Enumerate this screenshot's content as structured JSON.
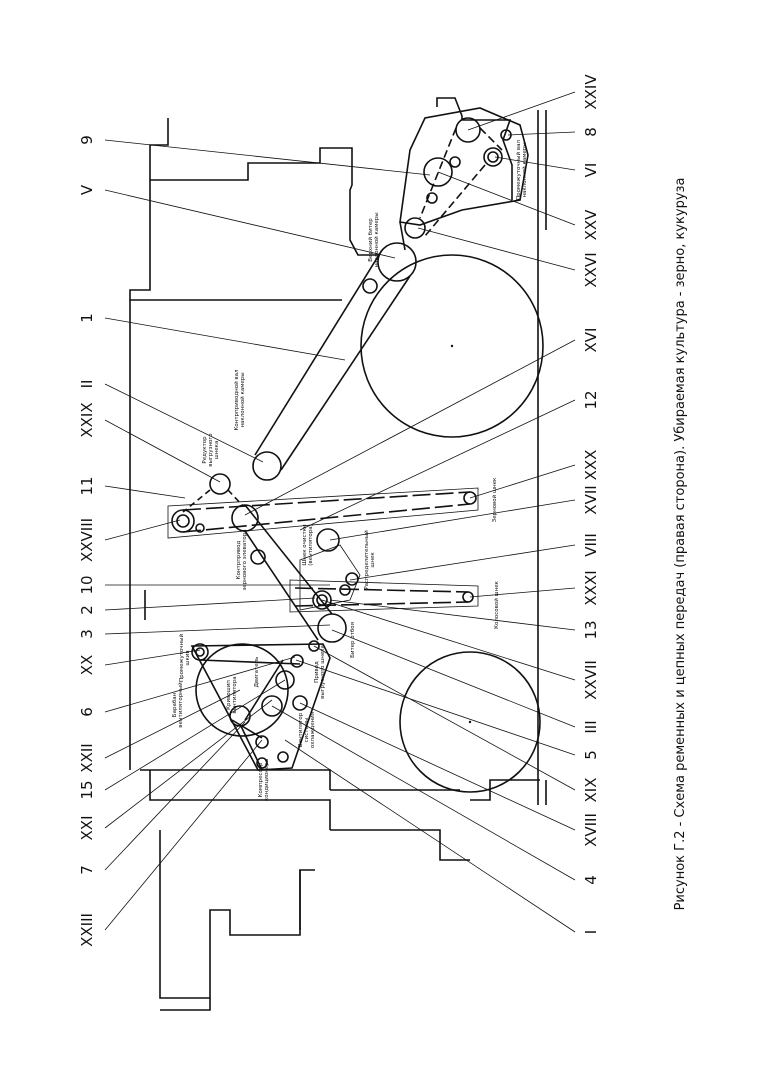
{
  "caption": "Рисунок Г.2 - Схема ременных и цепных передач (правая сторона). Убираемая культура - зерно, кукуруза",
  "left_callouts": [
    "9",
    "V",
    "1",
    "II",
    "XXIX",
    "11",
    "XXVIII",
    "10",
    "2",
    "3",
    "XX",
    "6",
    "XXII",
    "15",
    "XXI",
    "7",
    "XXIII"
  ],
  "right_callouts": [
    "XXIV",
    "8",
    "VI",
    "XXV",
    "XXVI",
    "XVI",
    "12",
    "XXX",
    "XVII",
    "VIII",
    "XXXI",
    "13",
    "XXVII",
    "III",
    "5",
    "XIX",
    "XVIII",
    "4",
    "I"
  ],
  "part_labels": {
    "top_pair": [
      "Верхний битер",
      "наклонной камеры"
    ],
    "feeder_shaft": [
      "Промежуточный вал",
      "наклонной камеры"
    ],
    "conveyor_shaft": [
      "Контрприводной вал",
      "наклонной камеры"
    ],
    "chopper_reducer": [
      "Редуктор",
      "выгрузного",
      "шнека"
    ],
    "grain_auger_drive": [
      "Контрпривод",
      "зернового элеватора"
    ],
    "grain_auger": [
      "Зерновой шнек"
    ],
    "cleaning_fan": [
      "Шнек очистки",
      "(вентилятора)"
    ],
    "distributing_auger": [
      "Распределительный",
      "шнек"
    ],
    "tailings_auger": [
      "Колосовой шнек"
    ],
    "beater_drum": [
      "Битер отбоя"
    ],
    "unload_drum": [
      "Привод",
      "выгрузного шнека"
    ],
    "unloading_auger": [
      "Промежуточный",
      "шкив"
    ],
    "fan_drum": [
      "Барабан",
      "вентиляторный"
    ],
    "crank_shaft": [
      "Кривошип",
      "вентилятора"
    ],
    "engine": [
      "Двигатель"
    ],
    "straw_shaker_crank": [
      "Вентилятор",
      "системы",
      "охлаждения"
    ],
    "compressor": [
      "Компрессор",
      "кондиционера"
    ]
  }
}
